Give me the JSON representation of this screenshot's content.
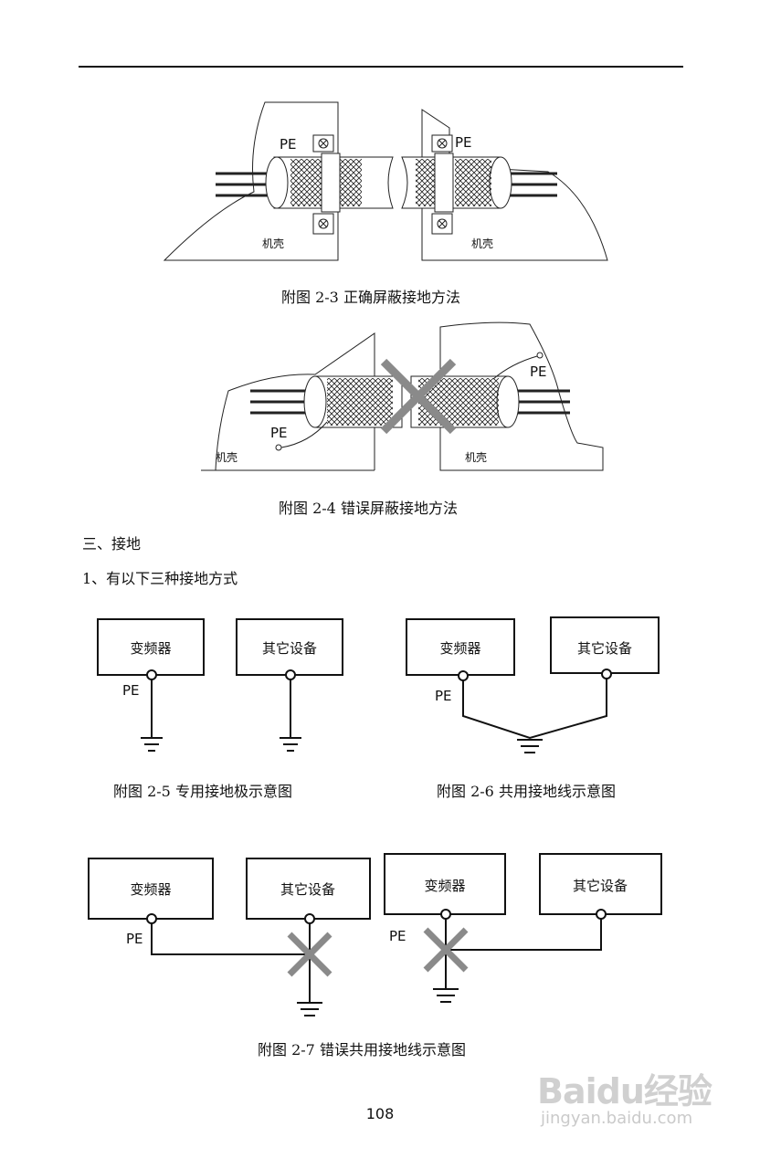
{
  "fig23": {
    "pe_left": "PE",
    "pe_right": "PE",
    "chassis_left": "机壳",
    "chassis_right": "机壳",
    "caption": "附图 2-3 正确屏蔽接地方法"
  },
  "fig24": {
    "pe_left": "PE",
    "pe_right": "PE",
    "chassis_left": "机壳",
    "chassis_right": "机壳",
    "caption": "附图 2-4 错误屏蔽接地方法"
  },
  "section": {
    "heading": "三、接地",
    "item1": "1、有以下三种接地方式"
  },
  "fig25": {
    "box_inverter": "变频器",
    "box_other": "其它设备",
    "pe": "PE",
    "caption": "附图 2-5  专用接地极示意图"
  },
  "fig26": {
    "box_inverter": "变频器",
    "box_other": "其它设备",
    "pe": "PE",
    "caption": "附图 2-6  共用接地线示意图"
  },
  "fig27": {
    "left": {
      "box_inverter": "变频器",
      "box_other": "其它设备",
      "pe": "PE"
    },
    "right": {
      "box_inverter": "变频器",
      "box_other": "其它设备",
      "pe": "PE"
    },
    "caption": "附图 2-7  错误共用接地线示意图"
  },
  "page_number": "108",
  "watermark": {
    "logo": "Baidu经验",
    "url": "jingyan.baidu.com"
  },
  "colors": {
    "ink": "#111111",
    "cross": "#8a8a8a",
    "watermark": "#969696"
  }
}
